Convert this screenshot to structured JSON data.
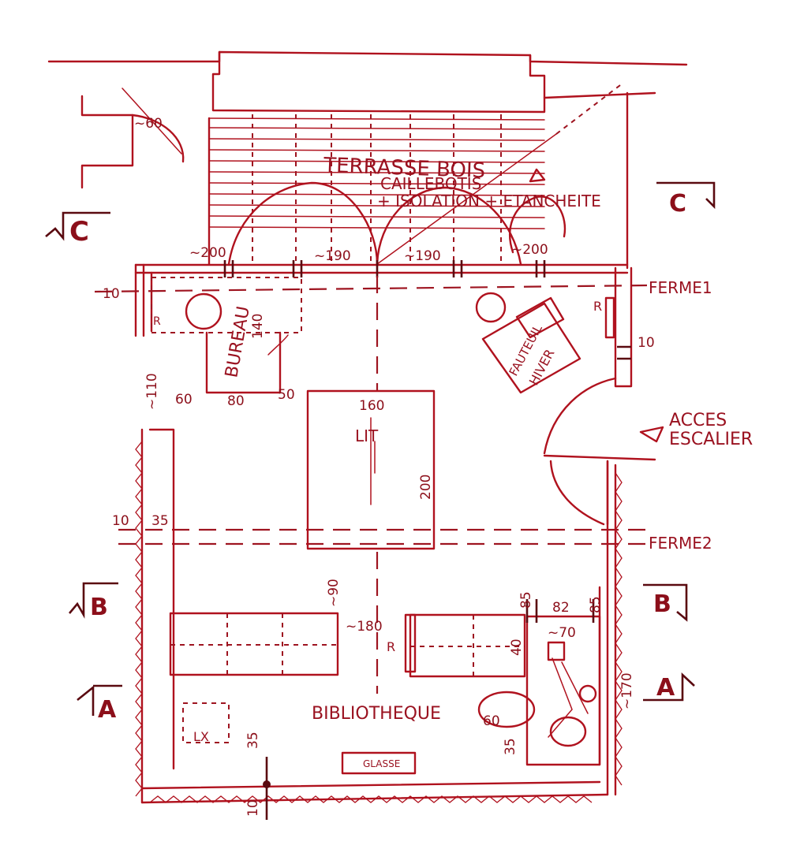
{
  "plan": {
    "terrace": {
      "line1": "TERRASSE BOIS",
      "line2": "CAILLEBOTIS",
      "line3": "+ ISOLATION + ETANCHEITE"
    },
    "labels": {
      "bureau": "BUREAU",
      "lit": "LIT",
      "fauteuil": "FAUTEUIL",
      "hiver": "HIVER",
      "acces_line1": "ACCES",
      "acces_line2": "ESCALIER",
      "bibliotheque": "BIBLIOTHEQUE",
      "glasse": "GLASSE",
      "lx": "LX",
      "r1": "R",
      "r2": "R",
      "r3": "R"
    },
    "trusses": {
      "ferme1": "FERME1",
      "ferme2": "FERME2"
    },
    "sections": {
      "c_left": "C",
      "c_right": "C",
      "b_left": "B",
      "b_right": "B",
      "a_left": "A",
      "a_right": "A"
    },
    "dims": {
      "d60_top": "~60",
      "d200_left": "~200",
      "d190_a": "~190",
      "d190_b": "~190",
      "d200_right": "~200",
      "d10_left": "10",
      "d10_right": "10",
      "d110": "~110",
      "d60": "60",
      "d80": "80",
      "d50": "50",
      "d140": "140",
      "d160": "160",
      "d200_bed": "200",
      "d10_b": "10",
      "d35_left": "35",
      "d90": "~90",
      "d180": "~180",
      "d85_a": "85",
      "d82": "82",
      "d85_b": "85",
      "d70": "~70",
      "d40": "40",
      "d170": "~170",
      "d60_b": "60",
      "d35_b": "35",
      "d35_c": "35",
      "d10_bottom": "10"
    }
  }
}
